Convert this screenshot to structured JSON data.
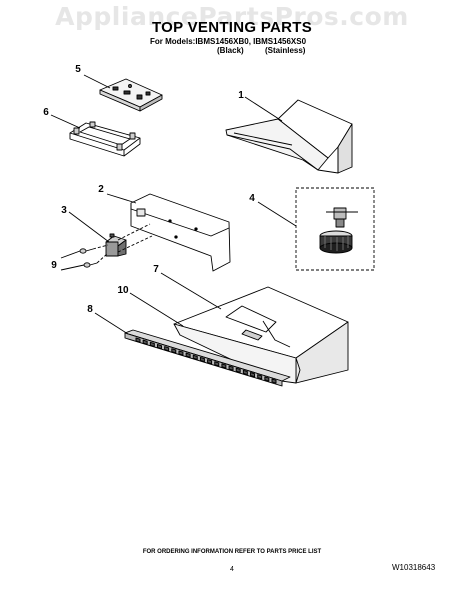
{
  "watermark": "AppliancePartsPros.com",
  "header": {
    "title": "TOP VENTING PARTS",
    "models_line": "For Models:IBMS1456XB0, IBMS1456XS0",
    "variant_black": "(Black)",
    "variant_stainless": "(Stainless)"
  },
  "callouts": {
    "c1": "1",
    "c2": "2",
    "c3": "3",
    "c4": "4",
    "c5": "5",
    "c6": "6",
    "c7": "7",
    "c8": "8",
    "c9": "9",
    "c10": "10"
  },
  "footer": {
    "ordering_note": "FOR ORDERING INFORMATION REFER TO PARTS PRICE LIST",
    "page_number": "4",
    "document_number": "W10318643"
  }
}
